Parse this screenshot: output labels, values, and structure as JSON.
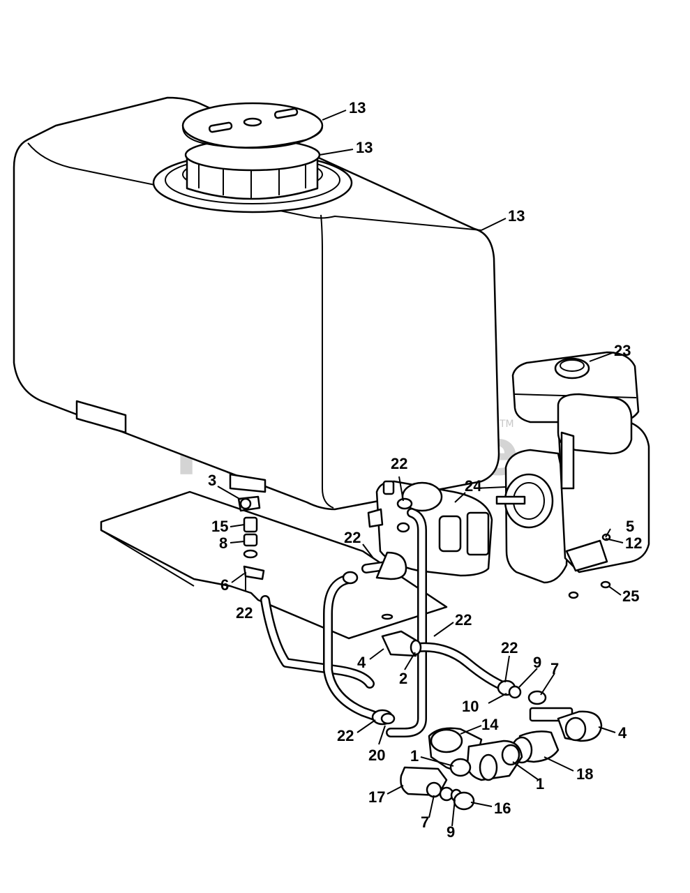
{
  "watermark": {
    "text": "PartsTree",
    "trademark": "TM"
  },
  "labels": [
    "13",
    "13",
    "13",
    "23",
    "22",
    "24",
    "3",
    "5",
    "12",
    "15",
    "8",
    "22",
    "6",
    "22",
    "25",
    "22",
    "4",
    "2",
    "22",
    "9",
    "7",
    "10",
    "14",
    "22",
    "20",
    "4",
    "1",
    "18",
    "1",
    "17",
    "16",
    "7",
    "9"
  ]
}
